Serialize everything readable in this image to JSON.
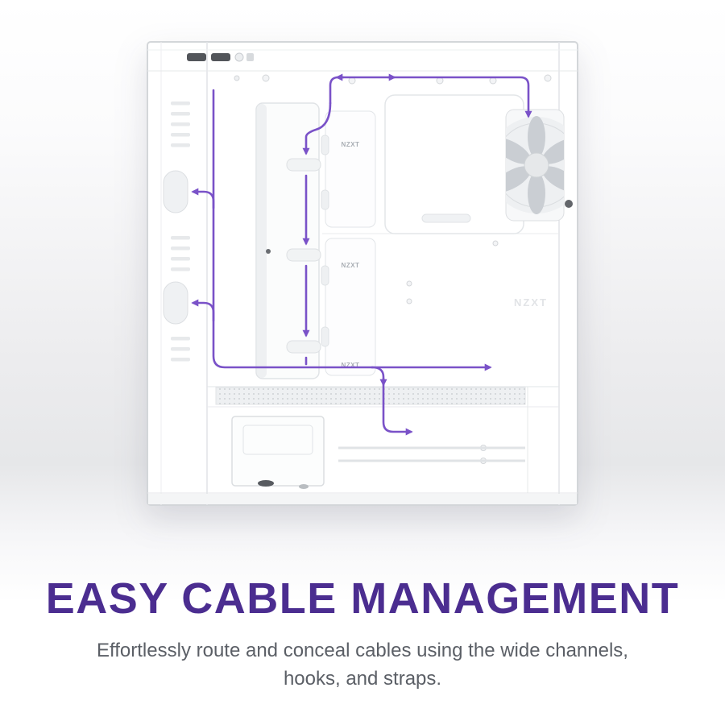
{
  "colors": {
    "heading": "#4B2D90",
    "subtitle": "#5B5F66",
    "cable": "#7A52C8",
    "case-outline": "#D3D6D9"
  },
  "hero": {
    "heading": "EASY CABLE MANAGEMENT",
    "subtitle_lines": [
      "Effortlessly route and conceal cables using the wide channels,",
      "hooks, and straps."
    ]
  },
  "illustration": {
    "brand": "NZXT"
  }
}
